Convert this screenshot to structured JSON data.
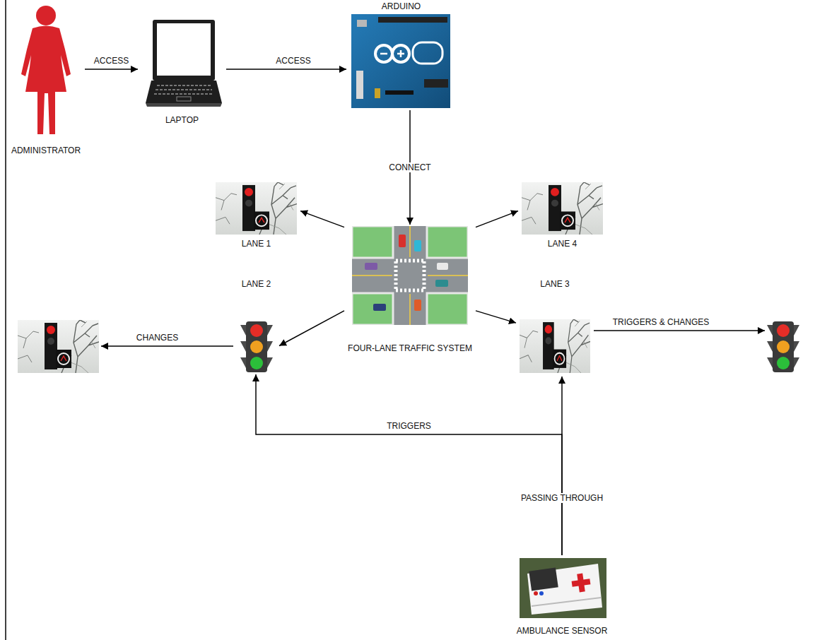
{
  "diagram": {
    "nodes": [
      {
        "text": [
          "ADMINISTRATOR"
        ]
      },
      {
        "text": [
          "LAPTOP"
        ]
      },
      {
        "text": [
          "ARDUINO"
        ]
      },
      {
        "text": [
          "LANE 1"
        ]
      },
      {
        "text": [
          "FOUR-LANE TRAFFIC SYSTEM"
        ]
      },
      {
        "text": [
          "LANE 4"
        ]
      },
      {
        "text": []
      },
      {
        "text": [
          "LANE 2"
        ]
      },
      {
        "text": [
          "LANE 3"
        ]
      },
      {
        "text": []
      },
      {
        "text": [
          "AMBULANCE SENSOR"
        ]
      }
    ],
    "edges": [
      {
        "from": 0,
        "to": 1,
        "label": "ACCESS",
        "arrow": "to"
      },
      {
        "from": 1,
        "to": 2,
        "label": "ACCESS",
        "arrow": "to"
      },
      {
        "from": 2,
        "to": 4,
        "label": "CONNECT",
        "arrow": "to"
      },
      {
        "from": 4,
        "to": 3,
        "arrow": "to"
      },
      {
        "from": 4,
        "to": 5,
        "arrow": "to"
      },
      {
        "from": 4,
        "to": 7,
        "arrow": "to"
      },
      {
        "from": 4,
        "to": 8,
        "arrow": "to"
      },
      {
        "from": 7,
        "to": 6,
        "label": "CHANGES",
        "arrow": "to"
      },
      {
        "from": 8,
        "to": 9,
        "label": "TRIGGERS & CHANGES",
        "arrow": "to"
      },
      {
        "from": 10,
        "to": 8,
        "label": "PASSING THROUGH",
        "arrow": "to"
      },
      {
        "from": 10,
        "to": 7,
        "label": "TRIGGERS",
        "arrow": "to"
      }
    ]
  }
}
